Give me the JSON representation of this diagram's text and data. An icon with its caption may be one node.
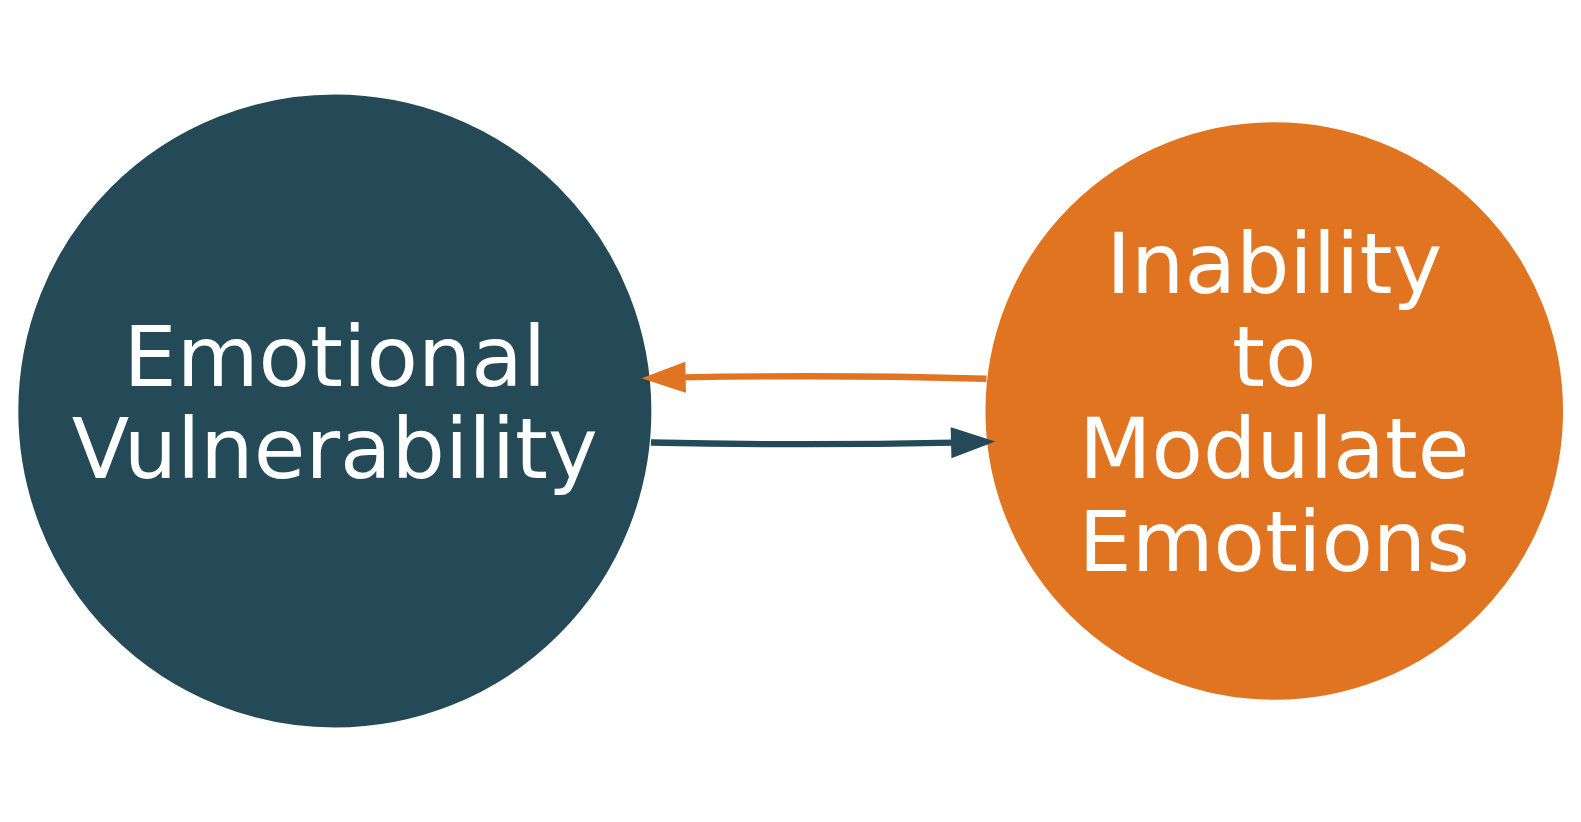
{
  "diagram": {
    "nodes": [
      {
        "text": [
          "Emotional Vulnerability"
        ]
      },
      {
        "text": [
          "Inability to Modulate Emotions"
        ]
      }
    ],
    "edges": [
      {
        "from": 0,
        "to": 1,
        "arrow": "to",
        "color": "#244a58"
      },
      {
        "from": 1,
        "to": 0,
        "arrow": "to",
        "color": "#e07420"
      }
    ]
  }
}
